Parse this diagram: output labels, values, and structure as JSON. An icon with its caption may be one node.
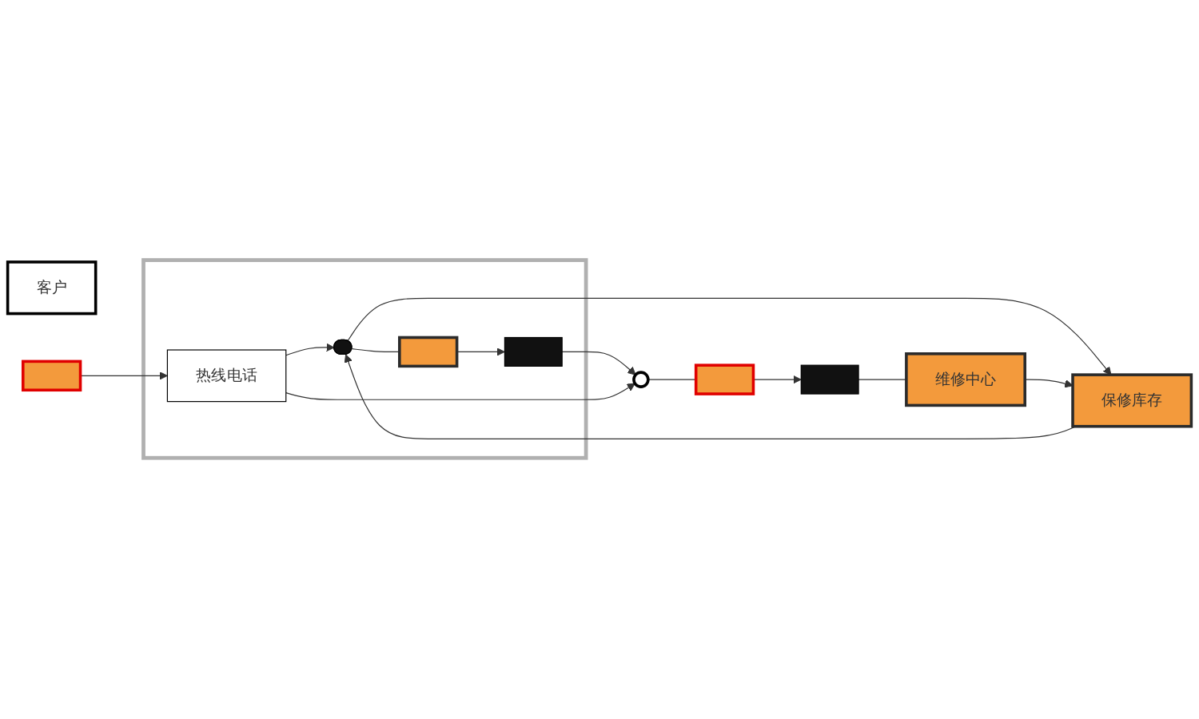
{
  "diagram": {
    "nodes": [
      {
        "text": [
          "客户"
        ]
      },
      {
        "text": [],
        "shape": "box"
      },
      {
        "text": [],
        "shape": "box"
      },
      {
        "text": [
          "热线电话"
        ],
        "in": 2
      },
      {
        "text": [],
        "shape": "person",
        "in": 2
      },
      {
        "text": [],
        "shape": "box",
        "in": 2
      },
      {
        "text": [],
        "shape": "box",
        "in": 2
      },
      {
        "text": [
          "保修库存"
        ]
      },
      {
        "text": [
          "维修中心"
        ]
      },
      {
        "text": [],
        "shape": "circle"
      },
      {
        "text": [],
        "shape": "box"
      },
      {
        "text": [],
        "shape": "box"
      }
    ],
    "edges": [
      {
        "from": 1,
        "to": 3,
        "arrow": "to"
      },
      {
        "from": 3,
        "to": 4,
        "arrow": "to"
      },
      {
        "from": 4,
        "to": 7,
        "arrow": "to"
      },
      {
        "from": 7,
        "to": 4,
        "arrow": "to"
      },
      {
        "from": 4,
        "to": 5,
        "arrow": "none"
      },
      {
        "from": 5,
        "to": 6,
        "arrow": "to"
      },
      {
        "from": 6,
        "to": 9,
        "arrow": "to"
      },
      {
        "from": 3,
        "to": 9,
        "arrow": "to"
      },
      {
        "from": 9,
        "to": 10,
        "arrow": "none"
      },
      {
        "from": 10,
        "to": 11,
        "arrow": "to"
      },
      {
        "from": 11,
        "to": 8,
        "arrow": "none"
      },
      {
        "from": 8,
        "to": 7,
        "arrow": "to"
      }
    ]
  }
}
